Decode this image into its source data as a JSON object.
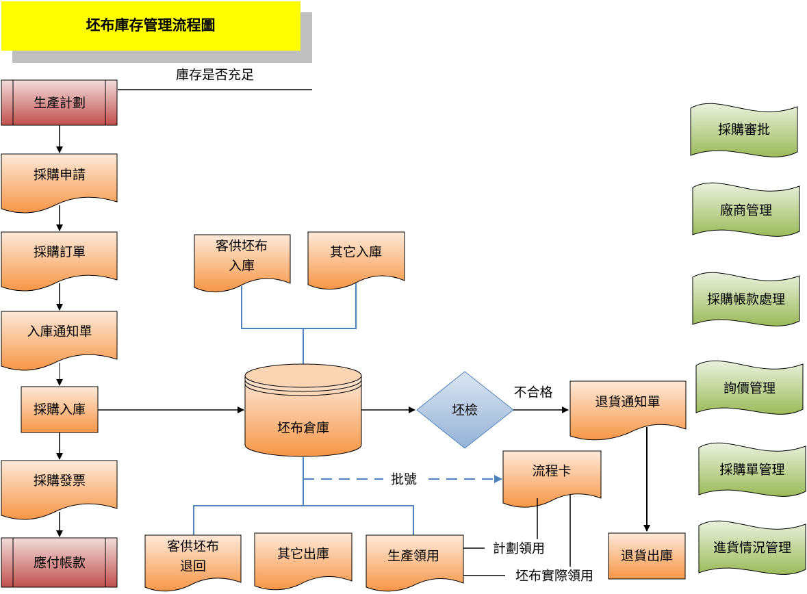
{
  "title": "坯布庫存管理流程圖",
  "labels": {
    "stock_check": "庫存是否充足",
    "unqualified": "不合格",
    "batch_no": "批號",
    "plan_use": "計劃領用",
    "actual_use": "坯布實際領用"
  },
  "left_flow": {
    "production_plan": "生產計劃",
    "purchase_request": "採購申請",
    "purchase_order": "採購訂單",
    "receipt_notice": "入庫通知單",
    "purchase_receipt": "採購入庫",
    "purchase_invoice": "採購發票",
    "accounts_payable": "應付帳款"
  },
  "center": {
    "customer_in_1": "客供坯布",
    "customer_in_2": "入庫",
    "other_in": "其它入庫",
    "warehouse": "坯布倉庫",
    "inspection": "坯檢",
    "customer_return_1": "客供坯布",
    "customer_return_2": "退回",
    "other_out": "其它出庫",
    "production_use": "生產領用",
    "flow_card": "流程卡",
    "return_notice": "退貨通知單",
    "return_out": "退貨出庫"
  },
  "right_modules": [
    "採購審批",
    "廠商管理",
    "採購帳款處理",
    "詢價管理",
    "採購單管理",
    "進貨情況管理"
  ],
  "colors": {
    "title_bg": "#ffff00",
    "title_shadow": "#bfbfbf",
    "orange_light": "#fde9d9",
    "orange_dark": "#f79646",
    "red_light": "#f2dcdb",
    "red_dark": "#c0504d",
    "green_light": "#ebf1de",
    "green_dark": "#9bbb59",
    "blue_line": "#4f81bd",
    "diamond_light": "#dbe5f1",
    "diamond_dark": "#95b3d7"
  },
  "icons": [
    "arrow-down-icon",
    "arrow-right-icon"
  ]
}
